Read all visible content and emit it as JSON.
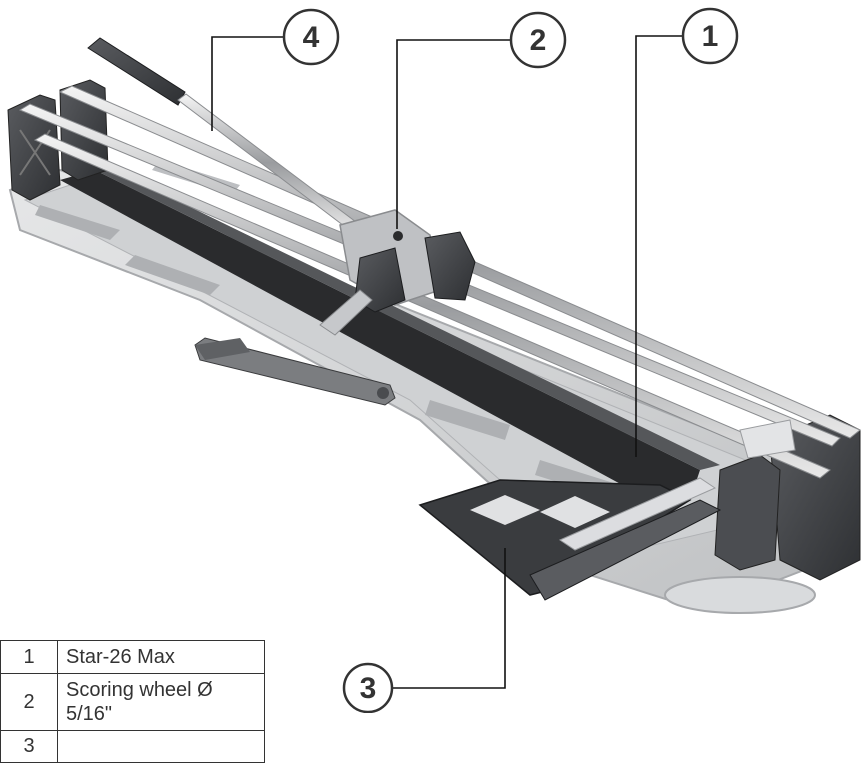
{
  "callouts": [
    {
      "number": "1"
    },
    {
      "number": "2"
    },
    {
      "number": "3"
    },
    {
      "number": "4"
    }
  ],
  "legend": {
    "rows": [
      {
        "number": "1",
        "description": "Star-26 Max"
      },
      {
        "number": "2",
        "description": "Scoring wheel Ø 5/16\""
      },
      {
        "number": "3",
        "description": ""
      }
    ]
  },
  "colors": {
    "base": "#d4d6d8",
    "dark_plastic": "#3d3f42",
    "rail": "#c9cbce",
    "black_strip": "#2a2b2d"
  }
}
